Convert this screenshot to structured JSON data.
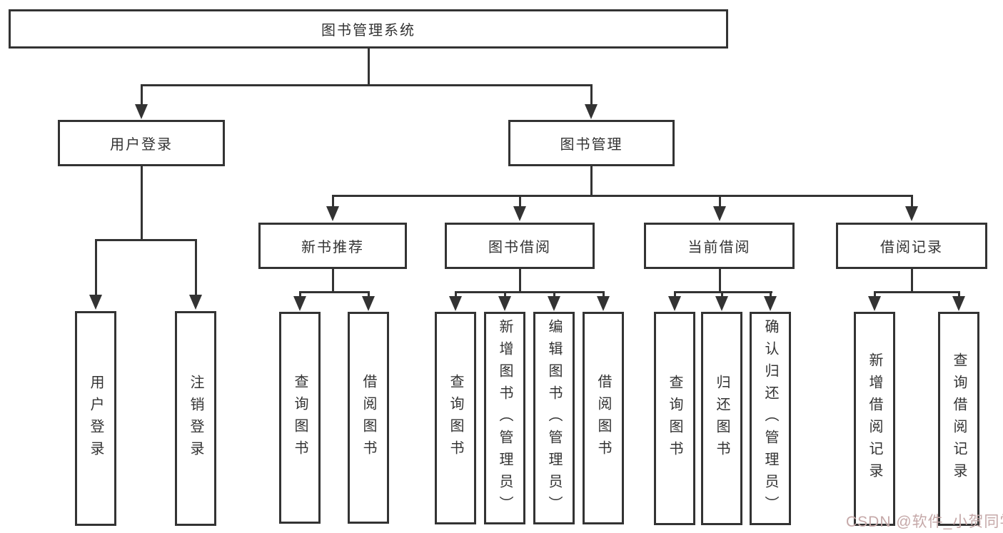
{
  "diagram": {
    "type": "hierarchy-tree",
    "root": {
      "label": "图书管理系统",
      "children": [
        {
          "label": "用户登录",
          "children": [
            {
              "label": "用户登录"
            },
            {
              "label": "注销登录"
            }
          ]
        },
        {
          "label": "图书管理",
          "children": [
            {
              "label": "新书推荐",
              "children": [
                {
                  "label": "查询图书"
                },
                {
                  "label": "借阅图书"
                }
              ]
            },
            {
              "label": "图书借阅",
              "children": [
                {
                  "label": "查询图书"
                },
                {
                  "label": "新增图书（管理员）"
                },
                {
                  "label": "编辑图书（管理员）"
                },
                {
                  "label": "借阅图书"
                }
              ]
            },
            {
              "label": "当前借阅",
              "children": [
                {
                  "label": "查询图书"
                },
                {
                  "label": "归还图书"
                },
                {
                  "label": "确认归还（管理员）"
                }
              ]
            },
            {
              "label": "借阅记录",
              "children": [
                {
                  "label": "新增借阅记录"
                },
                {
                  "label": "查询借阅记录"
                }
              ]
            }
          ]
        }
      ]
    }
  },
  "watermark": {
    "text": "CSDN @软件_小贺同学",
    "color": "#c5a8a8"
  },
  "colors": {
    "line": "#333333",
    "text": "#333333",
    "background": "#ffffff"
  }
}
